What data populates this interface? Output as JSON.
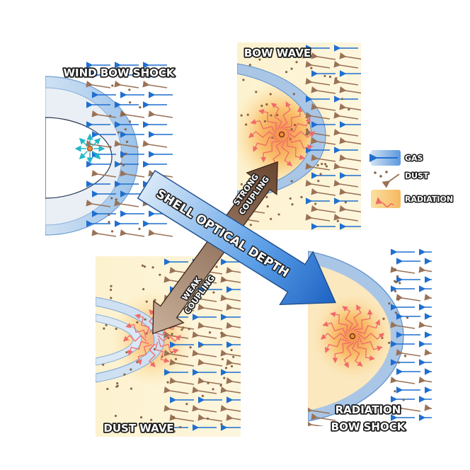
{
  "panels": {
    "wind_bow_shock": "WIND BOW SHOCK",
    "bow_wave": "BOW WAVE",
    "dust_wave": "DUST WAVE",
    "radiation_bow_shock_line1": "RADIATION",
    "radiation_bow_shock_line2": "BOW SHOCK"
  },
  "legend": {
    "gas": "GAS",
    "dust": "DUST",
    "radiation": "RADIATION"
  },
  "arrows": {
    "main": "SHELL OPTICAL DEPTH",
    "strong_line1": "STRONG",
    "strong_line2": "COUPLING",
    "weak_line1": "WEAK",
    "weak_line2": "COUPLING"
  },
  "colors": {
    "gas": "#1f6fd0",
    "dust": "#9a7256",
    "radiation": "#f06a6a",
    "glow": "#f8a040",
    "main_arrow": "#3f8ee0",
    "coupling_arrow": "#7a5238"
  }
}
